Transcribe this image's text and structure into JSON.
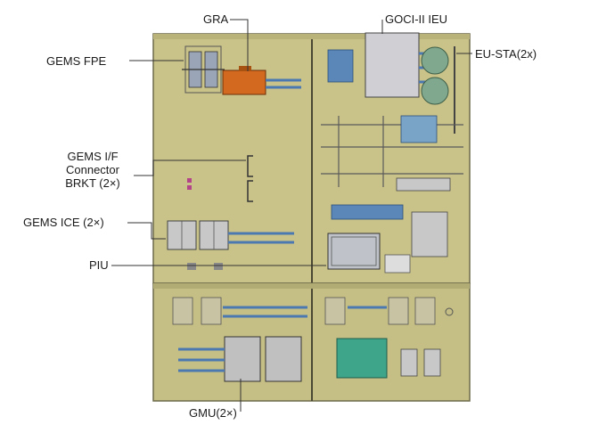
{
  "labels": {
    "gra": "GRA",
    "goci_ieu": "GOCI-II  IEU",
    "gems_fpe": "GEMS FPE",
    "eu_sta": "EU-STA(2x)",
    "gems_if_line1": "GEMS I/F",
    "gems_if_line2": "Connector",
    "gems_if_line3": "BRKT (2×)",
    "gems_ice": "GEMS ICE (2×)",
    "piu": "PIU",
    "gmu": "GMU(2×)"
  },
  "colors": {
    "panel": "#c9c38a",
    "panel_edge": "#6d6a4a",
    "leader": "#c0392b",
    "gra_box": "#d2691e",
    "blue_part": "#5b86b8",
    "teal_part": "#3fa58a",
    "gray_part": "#c8c8c8"
  }
}
